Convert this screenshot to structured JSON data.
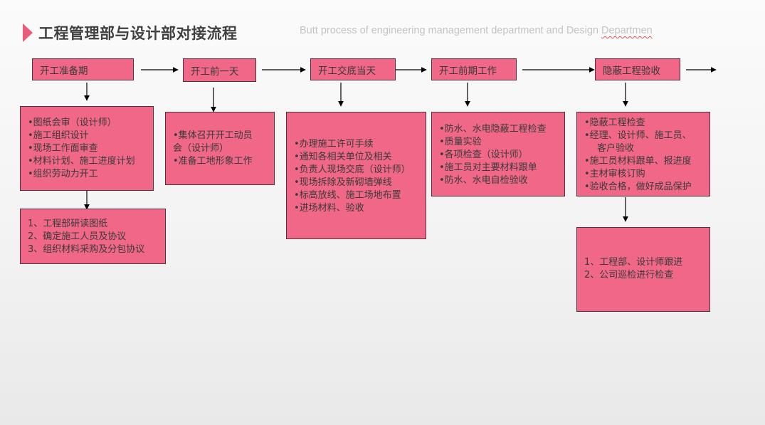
{
  "title": "工程管理部与设计部对接流程",
  "subtitle_main": "Butt process of engineering management department and Design ",
  "subtitle_tail": "Departmen",
  "colors": {
    "accent": "#ea5b7c",
    "box_fill": "#f06787",
    "box_border": "#55303a",
    "text": "#3a3a3a"
  },
  "stages": [
    {
      "label": "开工准备期"
    },
    {
      "label": "开工前一天"
    },
    {
      "label": "开工交底当天"
    },
    {
      "label": "开工前期工作"
    },
    {
      "label": "隐蔽工程验收"
    }
  ],
  "details": {
    "prep": [
      "•图纸会审（设计师）",
      "•施工组织设计",
      "•现场工作面审查",
      "•材料计划、施工进度计划",
      "•组织劳动力开工"
    ],
    "prep_sub": [
      "1、工程部研读图纸",
      "2、确定施工人员及协议",
      "3、组织材料采购及分包协议"
    ],
    "day_before": [
      "•集体召开开工动员",
      "会（设计师）",
      "•准备工地形象工作"
    ],
    "kickoff": [
      "•办理施工许可手续",
      "•通知各相关单位及相关",
      "•负责人现场交底（设计师）",
      "•现场拆除及新砌墙弹线",
      "•标高放线、施工场地布置",
      "•进场材料、验收"
    ],
    "early_work": [
      "•防水、水电隐蔽工程检查",
      "•质量实验",
      "•各项检查（设计师）",
      "•施工员对主要材料跟单",
      "•防水、水电自检验收"
    ],
    "inspection": [
      "•隐蔽工程检查",
      "•经理、设计师、施工员、",
      "客户验收",
      "•施工员材料跟单、报进度",
      "•主材审核订购",
      "•验收合格，做好成品保护"
    ],
    "inspection_sub": [
      "1、工程部、设计师跟进",
      "2、公司巡检进行检查"
    ]
  }
}
